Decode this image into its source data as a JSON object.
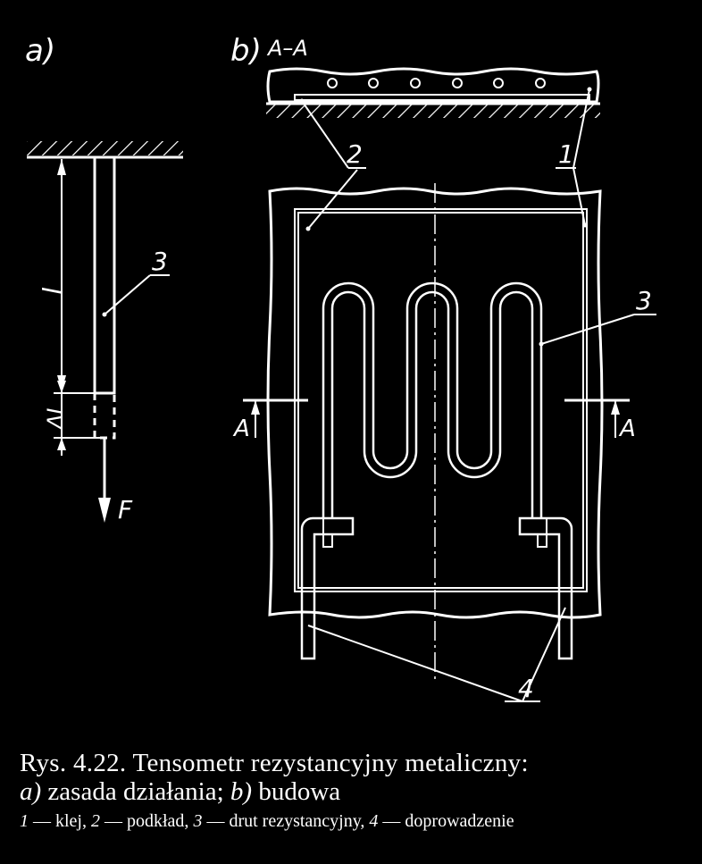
{
  "figure": {
    "part_a_label": "a)",
    "part_b_label": "b)",
    "section_label": "A–A",
    "dim_length": "l",
    "dim_elongation": "ΔL",
    "force": "F",
    "section_mark": "A",
    "callouts": [
      "1",
      "2",
      "3",
      "4"
    ]
  },
  "caption": {
    "title": "Rys. 4.22. Tensometr rezystancyjny metaliczny:",
    "line2_a": "a)",
    "line2_a_text": " zasada działania; ",
    "line2_b": "b)",
    "line2_b_text": " budowa",
    "legend": [
      {
        "num": "1",
        "text": " — klej, "
      },
      {
        "num": "2",
        "text": " — podkład, "
      },
      {
        "num": "3",
        "text": " — drut rezystancyjny, "
      },
      {
        "num": "4",
        "text": " — doprowadzenie"
      }
    ]
  },
  "colors": {
    "background": "#000000",
    "ink": "#ffffff"
  }
}
